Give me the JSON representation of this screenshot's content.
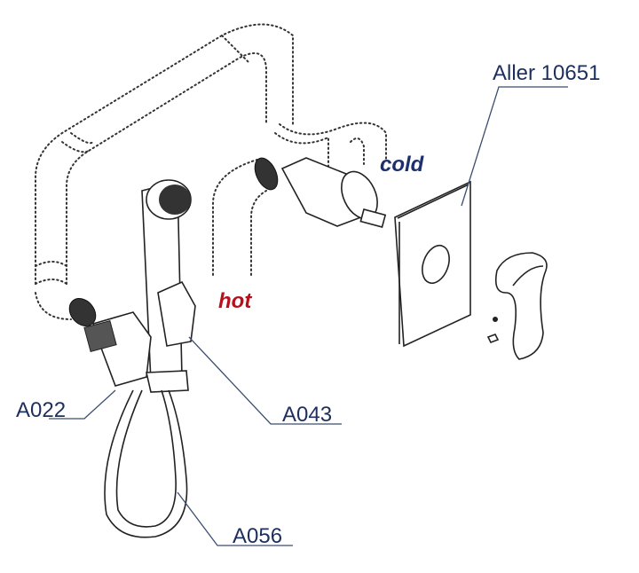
{
  "labels": {
    "product": "Aller 10651",
    "cold": "cold",
    "hot": "hot",
    "part_a022": "A022",
    "part_a043": "A043",
    "part_a056": "A056"
  },
  "colors": {
    "label": "#1d2f5c",
    "hot": "#b5101c",
    "cold": "#1d2f6c"
  }
}
